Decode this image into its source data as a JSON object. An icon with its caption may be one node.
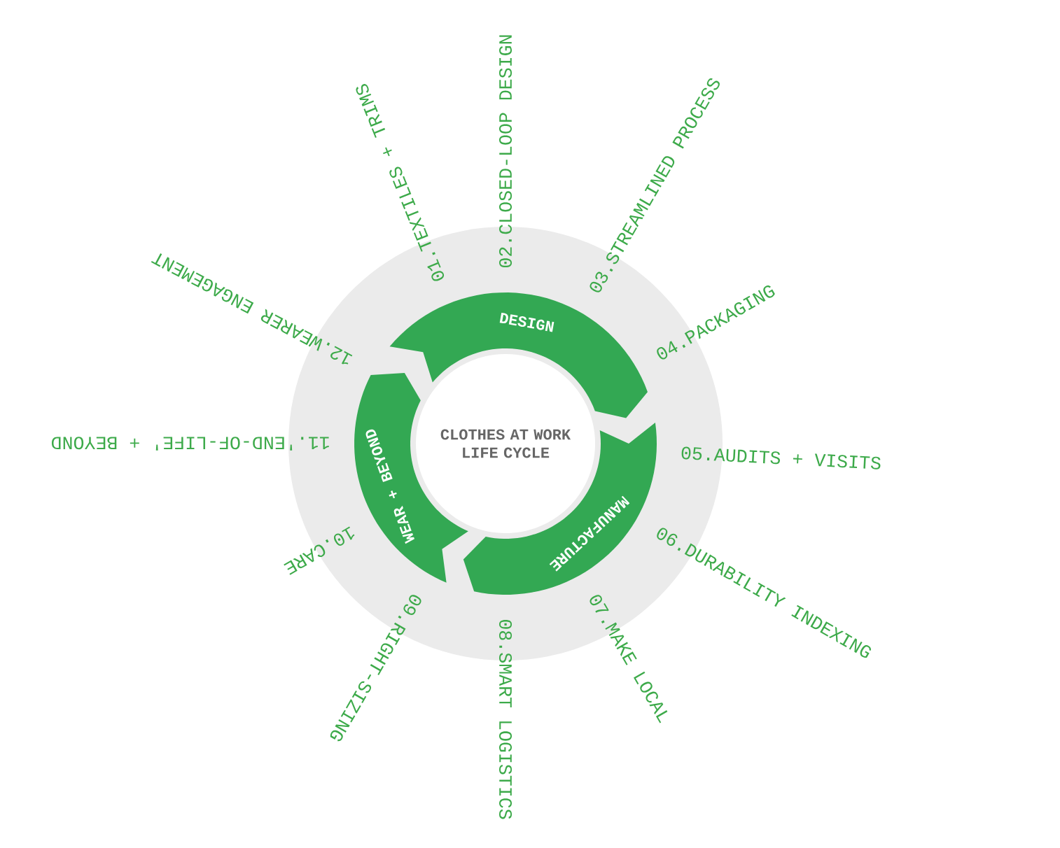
{
  "diagram": {
    "nodes": [
      {
        "text": [
          "CLOTHES AT WORK LIFE CYCLE"
        ]
      },
      {
        "text": [
          "DESIGN"
        ]
      },
      {
        "text": [
          "MANUFACTURE"
        ]
      },
      {
        "text": [
          "WEAR + BEYOND"
        ]
      }
    ],
    "labels": [
      "01.TEXTILES + TRIMS",
      "02.CLOSED-LOOP DESIGN",
      "03.STREAMLINED PROCESS",
      "04.PACKAGING",
      "05.AUDITS + VISITS",
      "06.DURABILITY INDEXING",
      "07.MAKE LOCAL",
      "08.SMART LOGISTICS",
      "09.RIGHT-SIZING",
      "10.CARE",
      "11.'END-OF-LIFE' + BEYOND",
      "12.WEARER ENGAGEMENT"
    ]
  }
}
